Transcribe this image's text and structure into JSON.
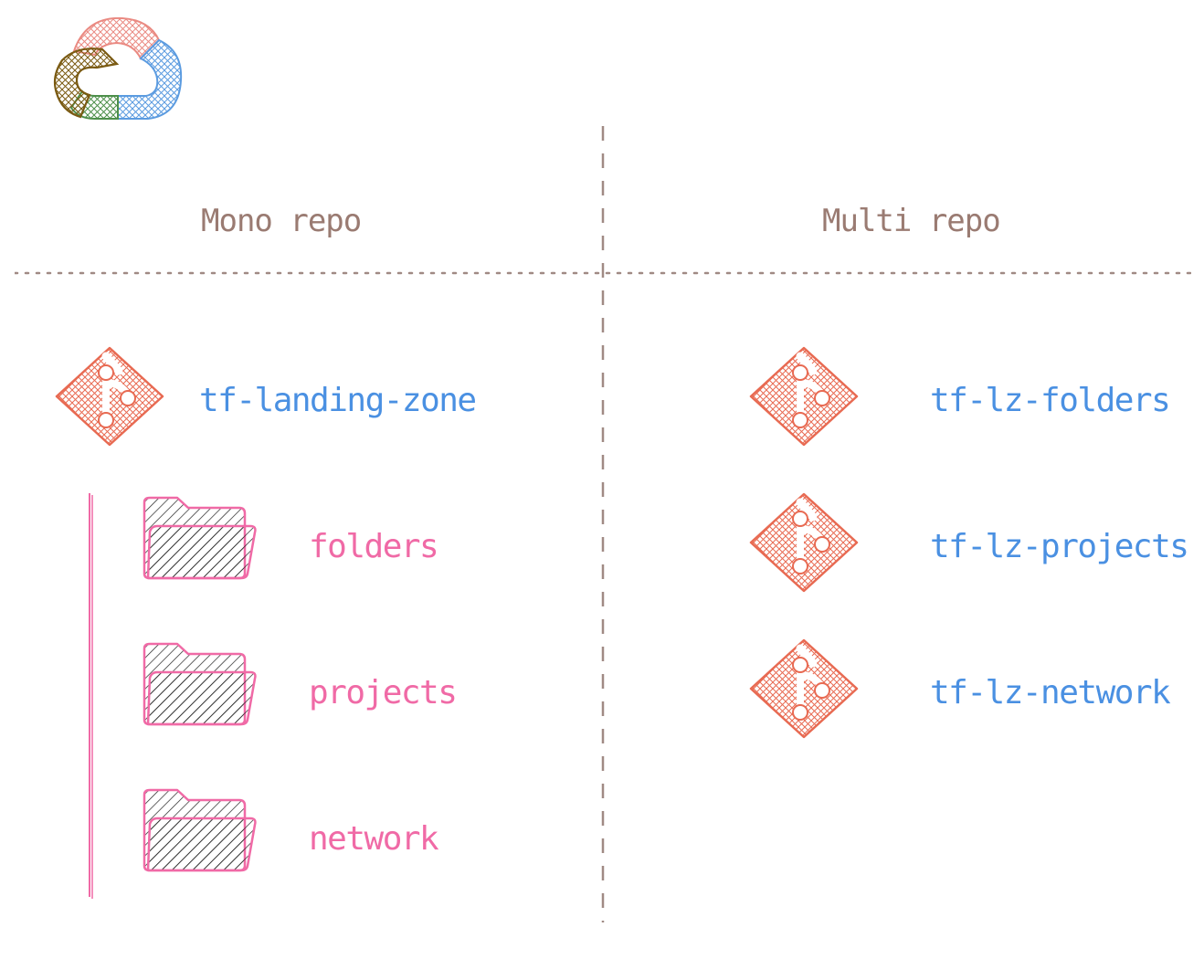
{
  "colors": {
    "heading": "#9a7b72",
    "repo": "#4a90e2",
    "dir": "#f06aa6",
    "git": "#e86a52",
    "divider": "#a08a84",
    "cloud_red": "#ea8a82",
    "cloud_blue": "#5b9be0",
    "cloud_green": "#4d8f4a",
    "cloud_brown": "#7a5a12"
  },
  "logo": {
    "icon": "google-cloud-logo"
  },
  "mono": {
    "title": "Mono repo",
    "repo": {
      "icon": "git-icon",
      "name": "tf-landing-zone"
    },
    "folders": [
      {
        "icon": "folder-icon",
        "name": "folders"
      },
      {
        "icon": "folder-icon",
        "name": "projects"
      },
      {
        "icon": "folder-icon",
        "name": "network"
      }
    ]
  },
  "multi": {
    "title": "Multi repo",
    "repos": [
      {
        "icon": "git-icon",
        "name": "tf-lz-folders"
      },
      {
        "icon": "git-icon",
        "name": "tf-lz-projects"
      },
      {
        "icon": "git-icon",
        "name": "tf-lz-network"
      }
    ]
  }
}
